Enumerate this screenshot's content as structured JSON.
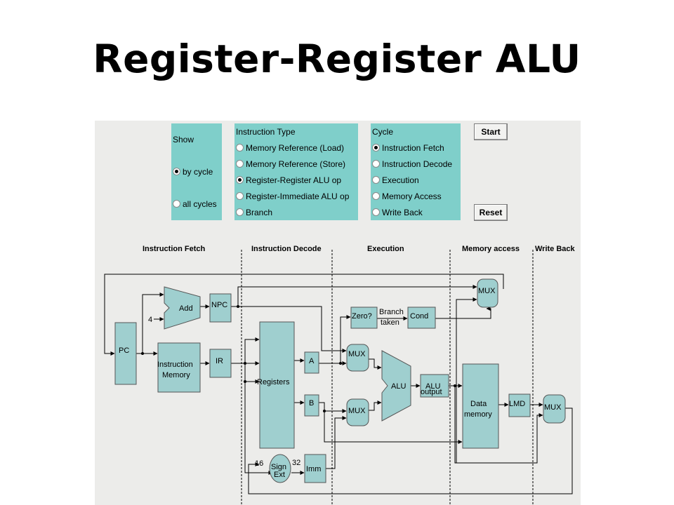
{
  "title": "Register-Register ALU",
  "controls": {
    "show": {
      "title": "Show",
      "options": [
        {
          "label": "by cycle",
          "selected": true
        },
        {
          "label": "all cycles",
          "selected": false
        }
      ]
    },
    "instruction_type": {
      "title": "Instruction Type",
      "options": [
        {
          "label": "Memory Reference (Load)",
          "selected": false
        },
        {
          "label": "Memory Reference (Store)",
          "selected": false
        },
        {
          "label": "Register-Register ALU op",
          "selected": true
        },
        {
          "label": "Register-Immediate ALU op",
          "selected": false
        },
        {
          "label": "Branch",
          "selected": false
        }
      ]
    },
    "cycle": {
      "title": "Cycle",
      "options": [
        {
          "label": "Instruction Fetch",
          "selected": true
        },
        {
          "label": "Instruction Decode",
          "selected": false
        },
        {
          "label": "Execution",
          "selected": false
        },
        {
          "label": "Memory Access",
          "selected": false
        },
        {
          "label": "Write Back",
          "selected": false
        }
      ]
    },
    "start_label": "Start",
    "reset_label": "Reset"
  },
  "stages": {
    "fetch": "Instruction Fetch",
    "decode": "Instruction Decode",
    "execute": "Execution",
    "memory": "Memory access",
    "writeback": "Write Back"
  },
  "blocks": {
    "pc": "PC",
    "add": "Add",
    "const_four": "4",
    "npc": "NPC",
    "imem_line1": "Instruction",
    "imem_line2": "Memory",
    "ir": "IR",
    "registers": "Registers",
    "a": "A",
    "b": "B",
    "sign_ext_line1": "Sign",
    "sign_ext_line2": "Ext",
    "bits_in": "16",
    "bits_out": "32",
    "imm": "Imm",
    "zero": "Zero?",
    "branch_taken_line1": "Branch",
    "branch_taken_line2": "taken",
    "cond": "Cond",
    "mux": "MUX",
    "alu": "ALU",
    "alu_output_line1": "ALU",
    "alu_output_line2": "output",
    "dmem_line1": "Data",
    "dmem_line2": "memory",
    "lmd": "LMD"
  },
  "colors": {
    "control_panel": "#7fcfca",
    "block_fill": "#9fcfcf",
    "panel_background": "#ececea",
    "wire": "#000000"
  }
}
